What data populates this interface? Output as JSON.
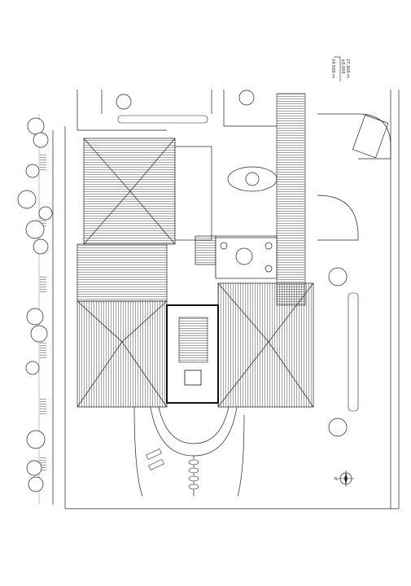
{
  "elevation": {
    "primary": "±0.000",
    "secondary": "24.500 m",
    "tertiary": "27.300 m"
  },
  "north_arrow_label": "N",
  "colors": {
    "line": "#222222",
    "hatch": "#555555",
    "paper": "#ffffff",
    "wall": "#111111"
  }
}
